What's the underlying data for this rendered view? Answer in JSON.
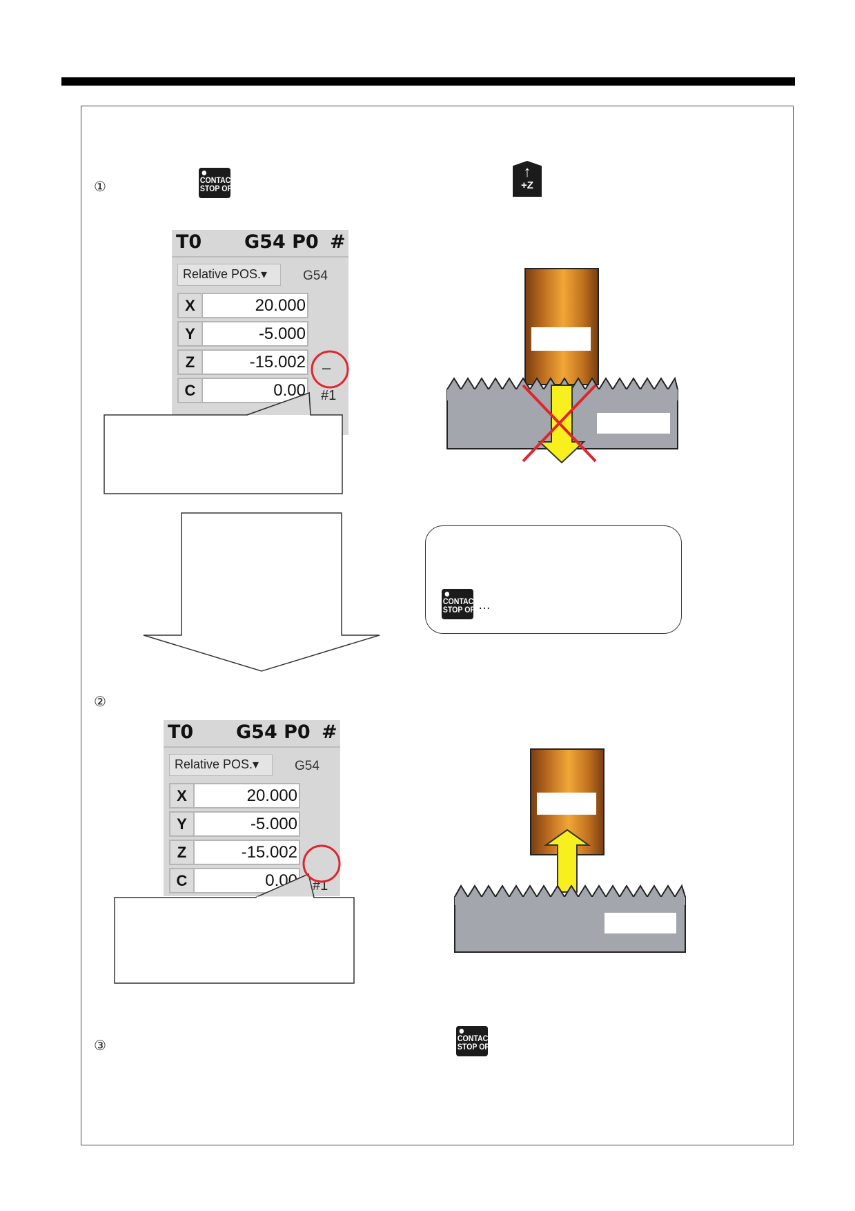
{
  "steps": {
    "s1": "①",
    "s2": "②",
    "s3": "③"
  },
  "buttons": {
    "contact_stop_off": {
      "line1": "CONTACT",
      "line2": "STOP OFF"
    },
    "plus_z": {
      "arrow": "↑",
      "label": "+Z"
    }
  },
  "panel_top": {
    "tool": "T0",
    "offset": "G54 P0",
    "hash": "#",
    "dropdown": "Relative POS.▾",
    "coord": "G54",
    "rows": [
      {
        "axis": "X",
        "value": "20.000"
      },
      {
        "axis": "Y",
        "value": "-5.000"
      },
      {
        "axis": "Z",
        "value": "-15.002"
      },
      {
        "axis": "C",
        "value": "0.00"
      }
    ],
    "direction_mark": "–",
    "number": "#1"
  },
  "panel_bottom": {
    "tool": "T0",
    "offset": "G54 P0",
    "hash": "#",
    "dropdown": "Relative POS.▾",
    "coord": "G54",
    "rows": [
      {
        "axis": "X",
        "value": "20.000"
      },
      {
        "axis": "Y",
        "value": "-5.000"
      },
      {
        "axis": "Z",
        "value": "-15.002"
      },
      {
        "axis": "C",
        "value": "0.00"
      }
    ],
    "number": "#1"
  },
  "note": {
    "ellipsis": "…"
  },
  "colors": {
    "highlight_circle": "#e0252b",
    "arrow_fill": "#f7ef1e",
    "cross": "#e0252b",
    "workpiece": "#a3a6ad"
  }
}
